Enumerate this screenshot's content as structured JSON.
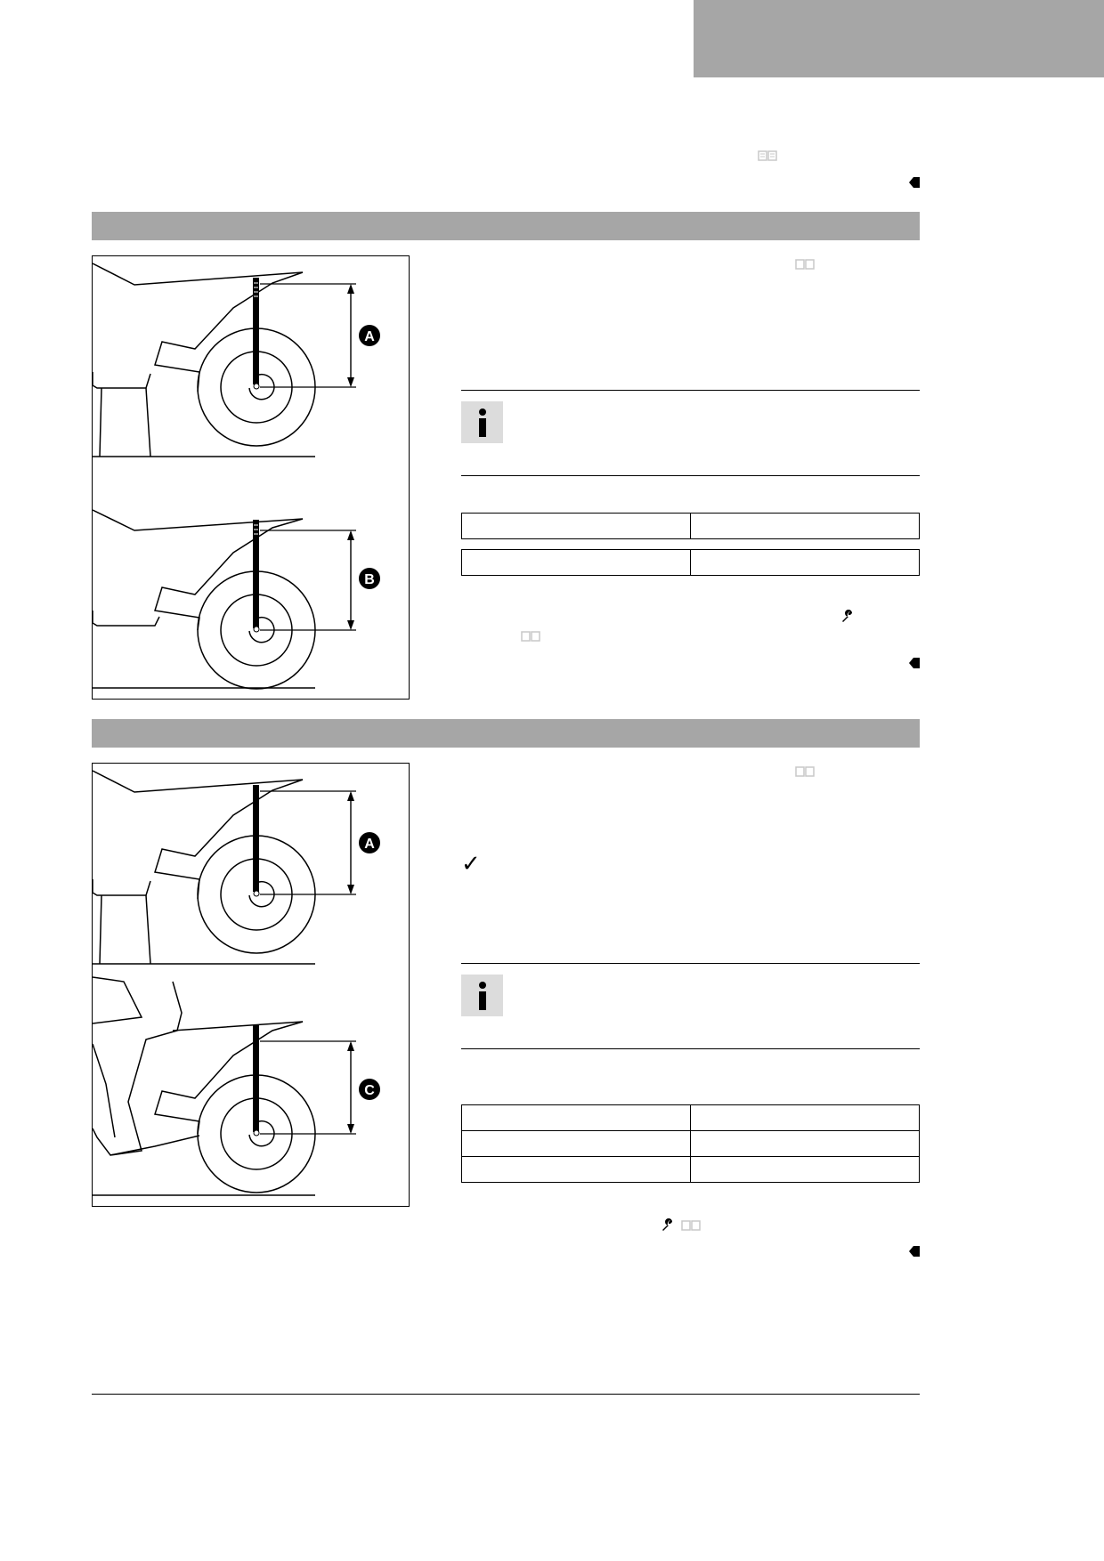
{
  "page": {
    "manual_reference_icon": "manual-reference-icon",
    "end_marker_icon": "end-marker-icon",
    "info_icon": "info-icon",
    "wrench_icon": "wrench-icon",
    "check_icon": "check-icon"
  },
  "figure_1": {
    "label_a": "A",
    "label_b": "B"
  },
  "figure_2": {
    "label_a": "A",
    "label_c": "C"
  },
  "section_2": {
    "check_symbol": "✓"
  },
  "colors": {
    "section_bar": "#a6a6a6",
    "info_icon_bg": "#dcdcdc",
    "manual_icon": "#c8c8c8",
    "ink": "#000000"
  }
}
